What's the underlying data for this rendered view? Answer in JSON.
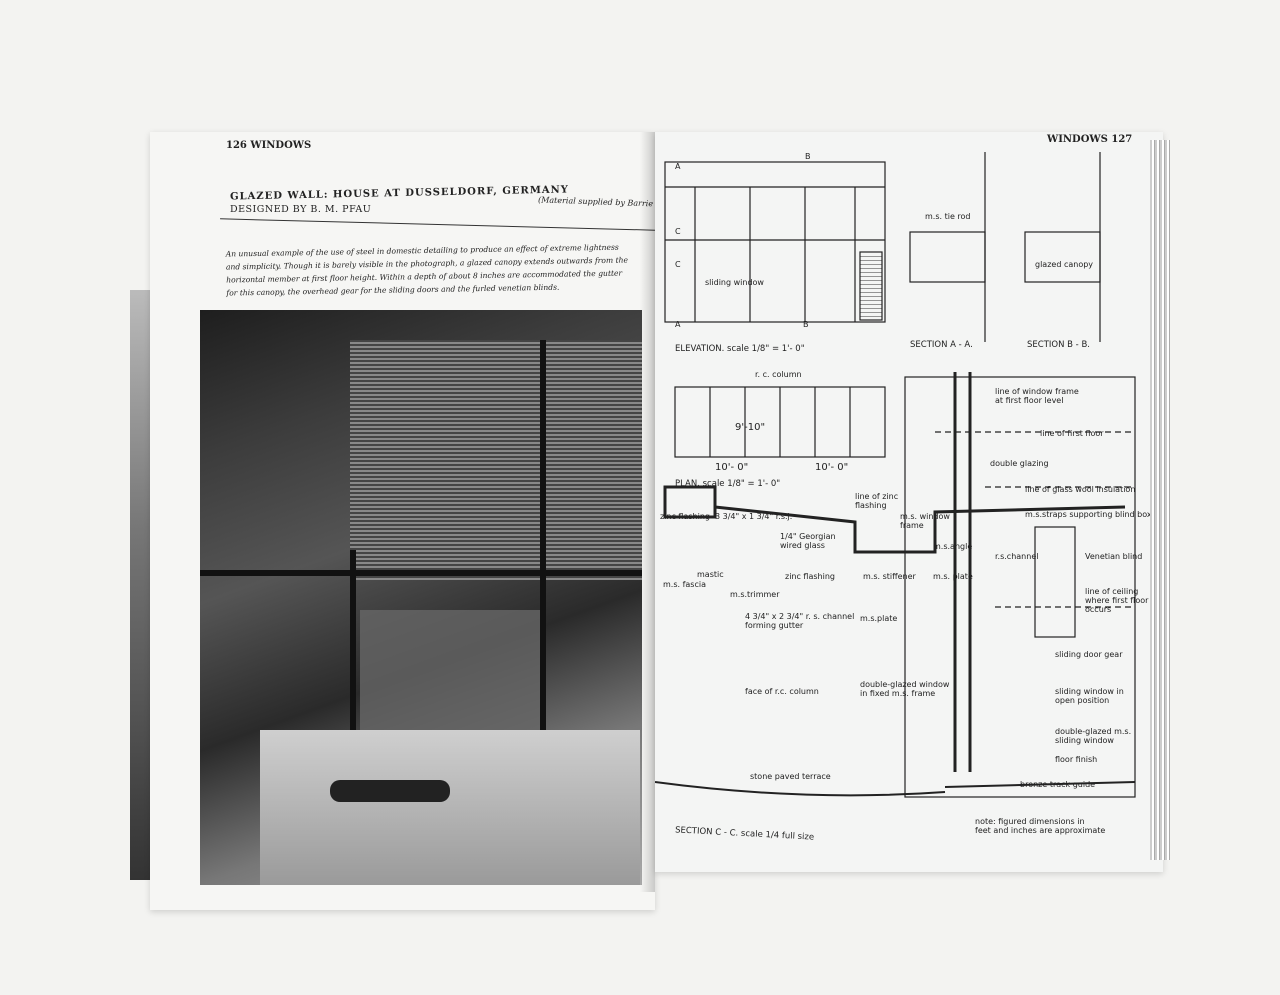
{
  "left_page": {
    "running_head": "126 WINDOWS",
    "title": "GLAZED WALL: HOUSE AT DUSSELDORF, GERMANY",
    "designer": "DESIGNED BY B. M. PFAU",
    "credit": "(Material supplied by Barrie Sheldon)",
    "intro": [
      "An unusual example of the use of steel in domestic detailing to produce an effect of extreme lightness",
      "and simplicity. Though it is barely visible in the photograph, a glazed canopy extends outwards from the",
      "horizontal member at first floor height. Within a depth of about 8 inches are accommodated the gutter",
      "for this canopy, the overhead gear for the sliding doors and the furled venetian blinds."
    ]
  },
  "right_page": {
    "running_head": "WINDOWS 127",
    "captions": {
      "elevation": "ELEVATION.  scale 1/8\" = 1'- 0\"",
      "section_aa": "SECTION A - A.",
      "section_bb": "SECTION B - B.",
      "plan": "PLAN.  scale 1/8\" = 1'- 0\"",
      "section_cc": "SECTION C - C.  scale 1/4 full size",
      "note": [
        "note:  figured dimensions in",
        "feet and inches are approximate"
      ]
    },
    "labels": {
      "a_top": "A",
      "b_top": "B",
      "a_bot": "A",
      "b_bot": "B",
      "c_top": "C",
      "c_bot": "C",
      "sliding_window": "sliding window",
      "tie_rod": "m.s. tie rod",
      "glazed_canopy": "glazed canopy",
      "rc_column": "r. c. column",
      "dim_height": "9'-10\"",
      "dim_width1": "10'- 0\"",
      "dim_width2": "10'- 0\"",
      "window_frame_line": [
        "line of window frame",
        "at first floor level"
      ],
      "first_floor_line": "line of first floor",
      "double_glazing": "double glazing",
      "glass_wool": "line of glass wool insulation",
      "zinc_flashing_line": [
        "line of zinc",
        "flashing"
      ],
      "ms_window_frame": [
        "m.s. window",
        "frame"
      ],
      "straps": "m.s.straps supporting blind box",
      "zinc_flashing": "zinc flashing",
      "rsj": "3 3/4\" x 1 3/4\" r.s.j.",
      "georgian": [
        "1/4\" Georgian",
        "wired glass"
      ],
      "ms_angle": "m.s.angle",
      "rs_channel": "r.s.channel",
      "venetian": "Venetian blind",
      "mastic": "mastic",
      "ms_fascia": "m.s. fascia",
      "ms_trimmer": "m.s.trimmer",
      "zinc_flashing2": "zinc flashing",
      "ms_stiffener": "m.s. stiffener",
      "ms_plate": "m.s. plate",
      "ceiling_line": [
        "line of ceiling",
        "where first floor",
        "occurs"
      ],
      "channel_gutter": [
        "4 3/4\" x 2 3/4\" r. s. channel",
        "forming gutter"
      ],
      "ms_plate2": "m.s.plate",
      "sliding_door_gear": "sliding door gear",
      "face_column": "face of r.c. column",
      "dg_window_fixed": [
        "double-glazed window",
        "in fixed m.s. frame"
      ],
      "sliding_open": [
        "sliding window in",
        "open position"
      ],
      "dg_sliding": [
        "double-glazed m.s.",
        "sliding window"
      ],
      "floor_finish": "floor finish",
      "terrace": "stone paved terrace",
      "bronze_guide": "bronze track guide"
    }
  }
}
